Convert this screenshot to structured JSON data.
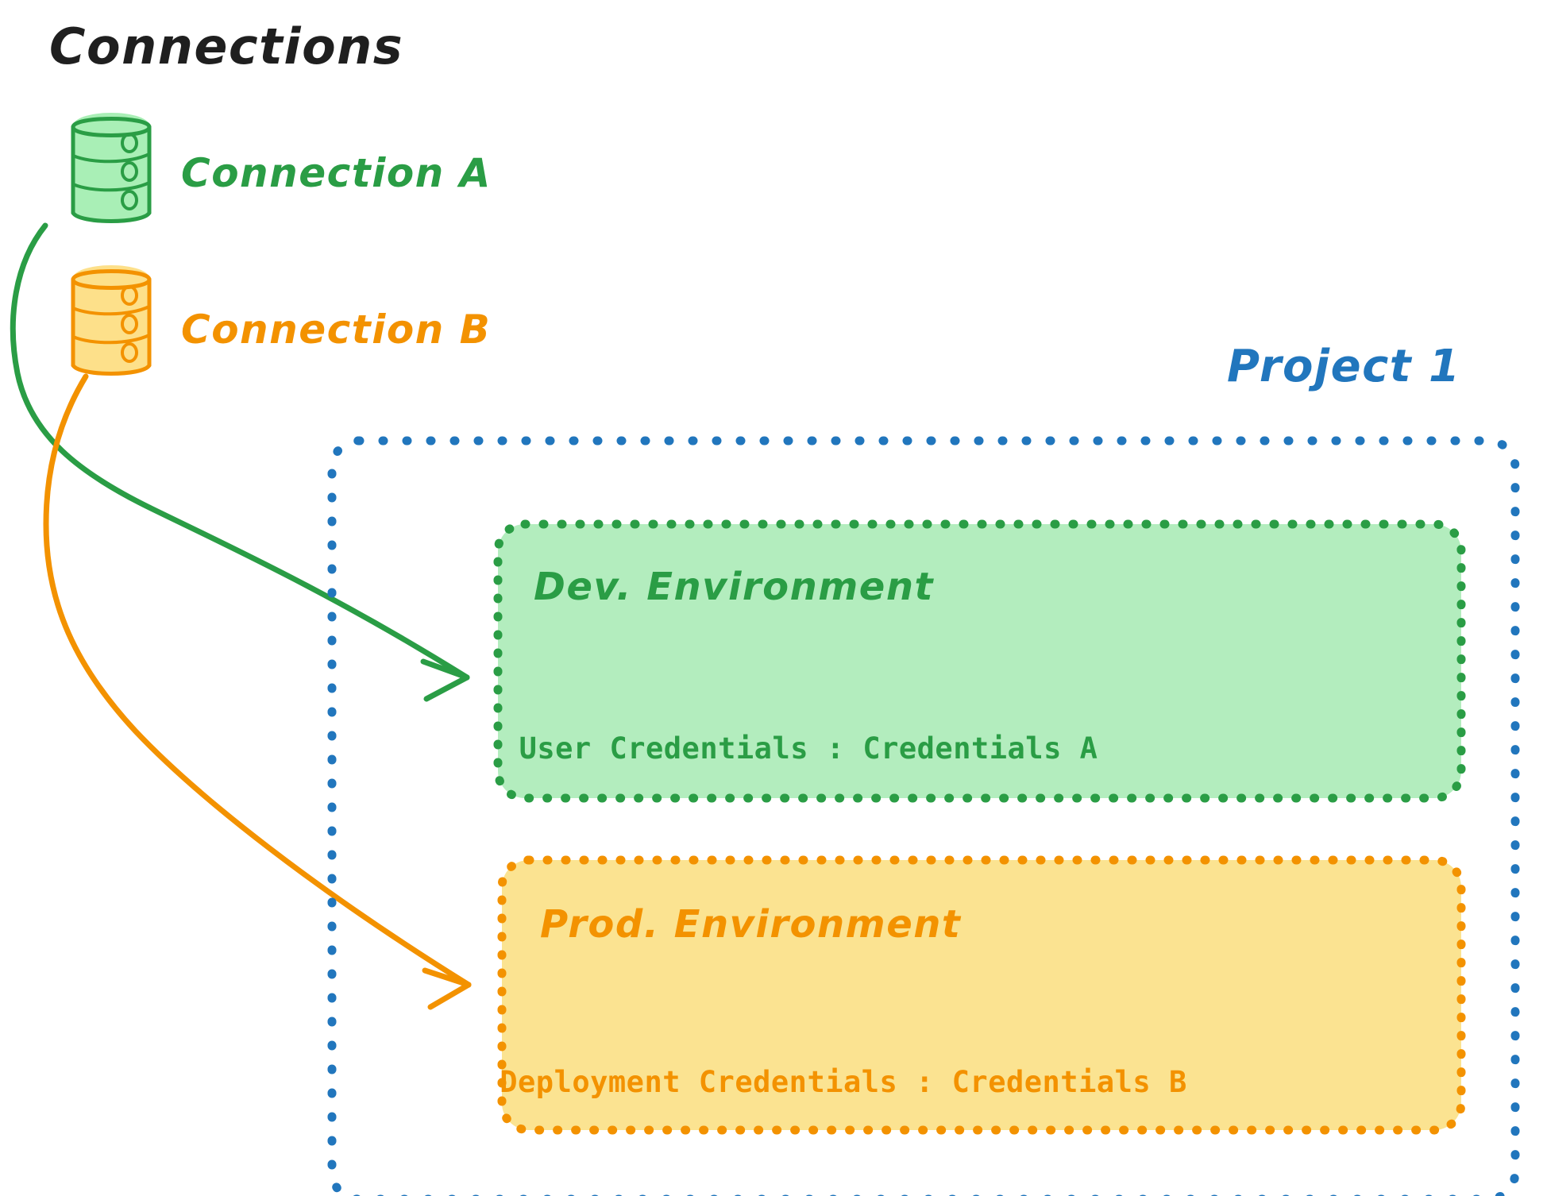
{
  "diagram": {
    "title": "Connections",
    "title_color": "#1f1f1f",
    "background": "#ffffff"
  },
  "connections": [
    {
      "id": "connection-a",
      "label": "Connection A",
      "icon": "database-cylinder-icon",
      "stroke_color": "#2a9d45",
      "fill_color": "#a9efb6",
      "text_color": "#2a9d45"
    },
    {
      "id": "connection-b",
      "label": "Connection B",
      "icon": "database-cylinder-icon",
      "stroke_color": "#f39200",
      "fill_color": "#fde08a",
      "text_color": "#f39200"
    }
  ],
  "project": {
    "label": "Project 1",
    "border_color": "#2176bd",
    "label_color": "#2176bd",
    "border_style": "dotted"
  },
  "environments": [
    {
      "id": "dev-environment",
      "title": "Dev. Environment",
      "credential_label": "User Credentials",
      "separator": ":",
      "credential_value": "Credentials A",
      "credential_line": "User Credentials : Credentials A",
      "fill_color": "#b3edbe",
      "border_color": "#2a9d45",
      "text_color": "#2a9d45"
    },
    {
      "id": "prod-environment",
      "title": "Prod. Environment",
      "credential_label": "Deployment Credentials",
      "separator": ":",
      "credential_value": "Credentials B",
      "credential_line": "Deployment Credentials : Credentials B",
      "fill_color": "#fbe391",
      "border_color": "#f39200",
      "text_color": "#f39200"
    }
  ],
  "arrows": [
    {
      "id": "arrow-connection-a-to-dev",
      "from": "connection-a",
      "to": "dev-environment",
      "color": "#2a9d45"
    },
    {
      "id": "arrow-connection-b-to-prod",
      "from": "connection-b",
      "to": "prod-environment",
      "color": "#f39200"
    }
  ]
}
